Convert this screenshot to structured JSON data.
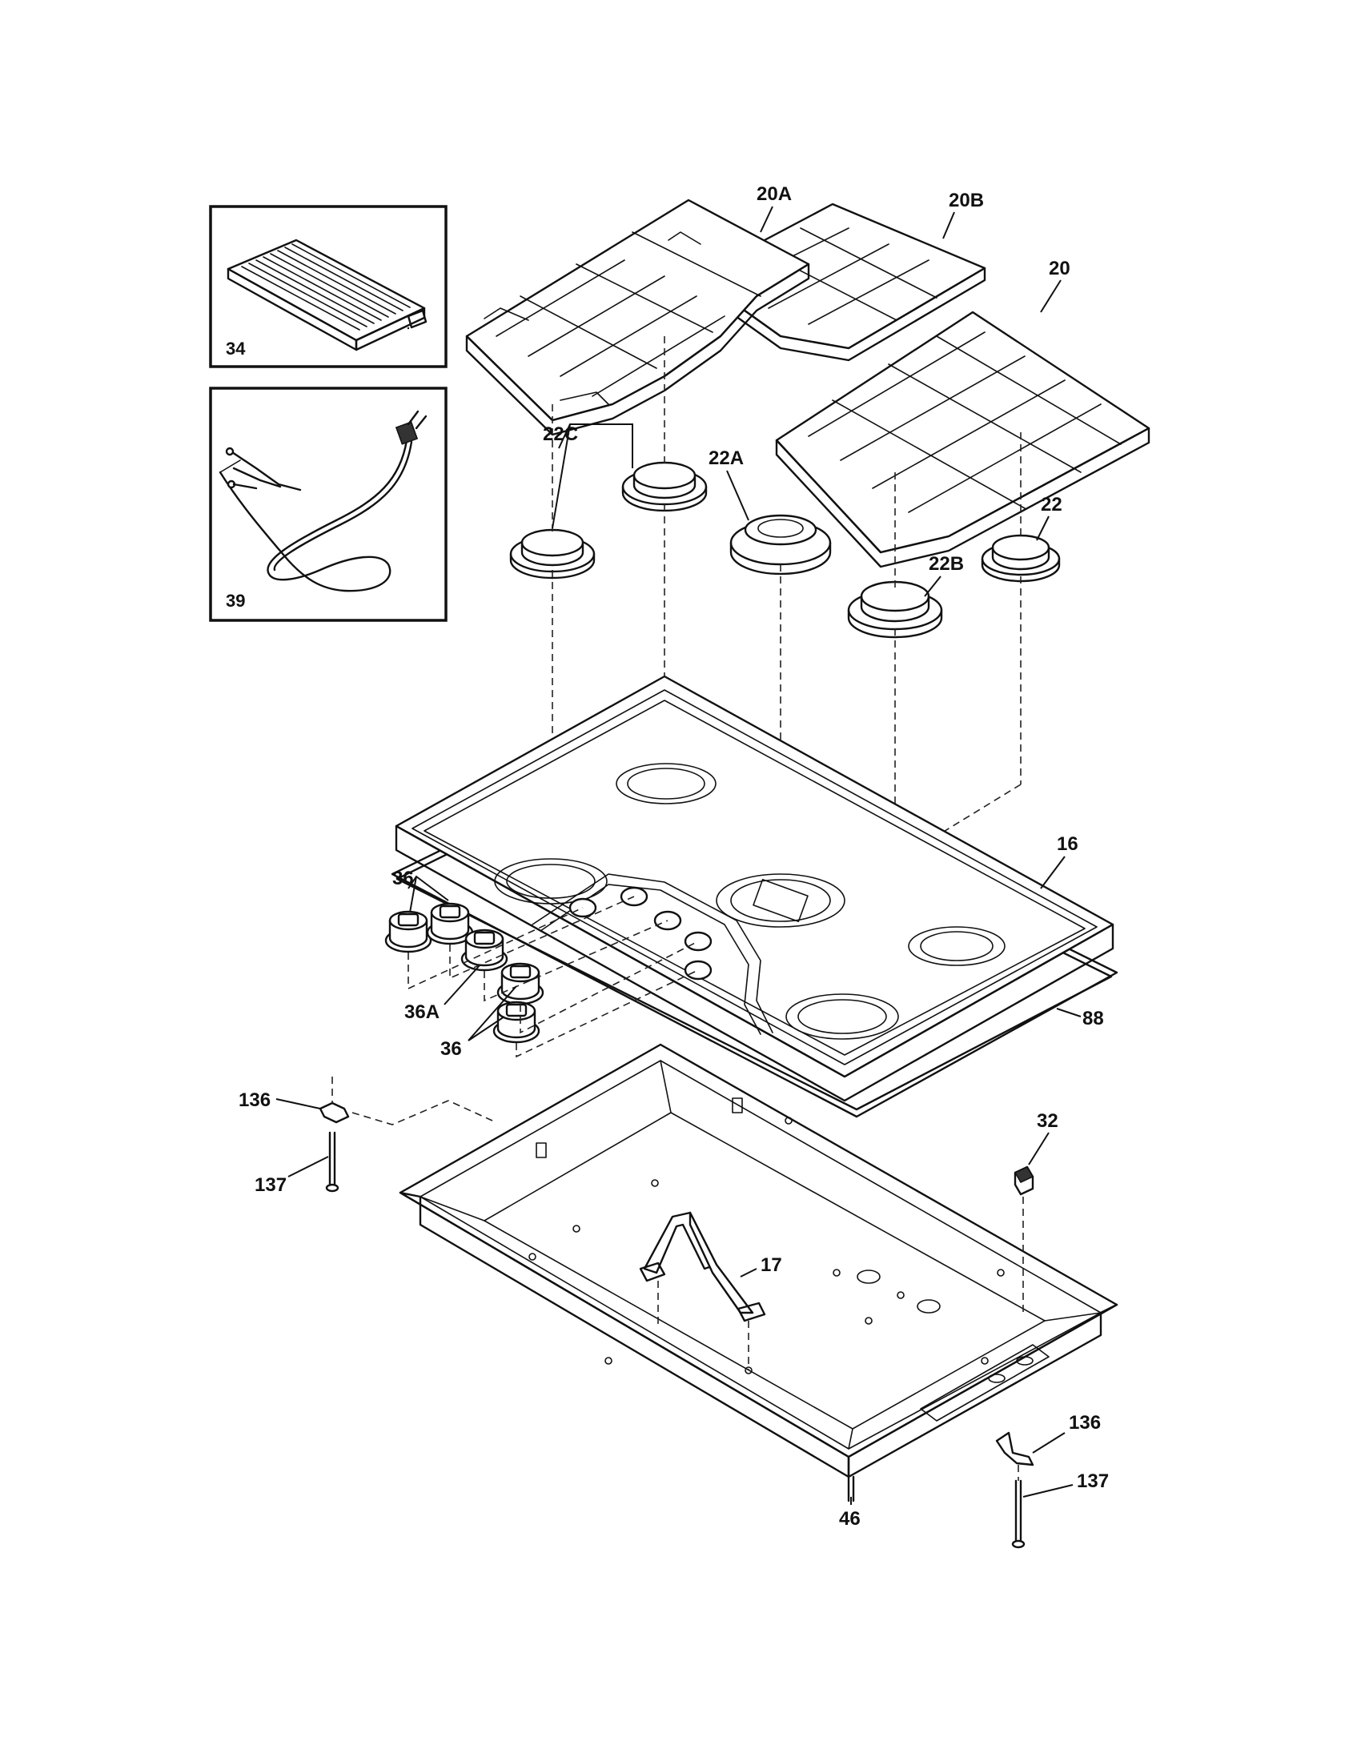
{
  "parts": {
    "griddle": "34",
    "power_cord": "39",
    "grate_left": "20A",
    "grate_center": "20B",
    "grate_right": "20",
    "burner_cap_small_left": "22C",
    "burner_cap_large": "22A",
    "burner_cap_medium": "22B",
    "burner_cap_small_right": "22",
    "cooktop_top": "16",
    "gasket": "88",
    "knob_group_upper": "36",
    "knob_special": "36A",
    "knob_group_lower": "36",
    "bracket_left": "136",
    "screw_left": "137",
    "bracket_right": "136",
    "screw_right": "137",
    "igniter_switch": "32",
    "support_bracket": "17",
    "burner_box_foot": "46"
  }
}
